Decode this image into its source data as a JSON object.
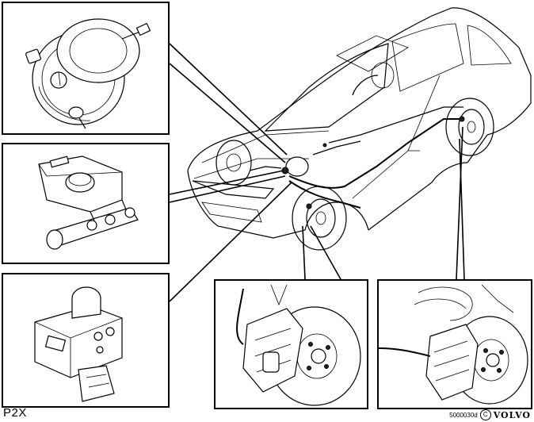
{
  "model_label": "P2X",
  "reference_code": "5000030d",
  "copyright_symbol": "C",
  "brand": "VOLVO",
  "components": [
    {
      "name": "brake-servo"
    },
    {
      "name": "master-cylinder-reservoir"
    },
    {
      "name": "abs-control-unit"
    },
    {
      "name": "front-brake-caliper"
    },
    {
      "name": "rear-brake-caliper"
    }
  ]
}
